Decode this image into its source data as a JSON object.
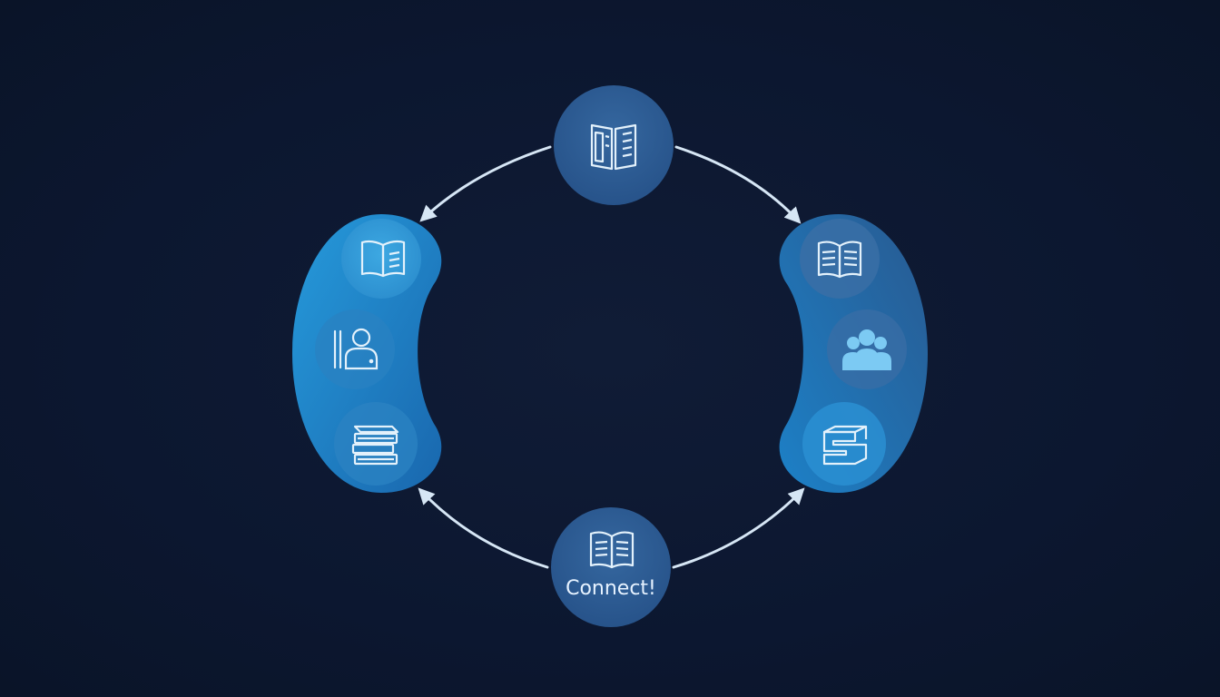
{
  "diagram": {
    "colors": {
      "background": "#0d1830",
      "node_fill": "#2b5a92",
      "panel_fill": "#1e7fc8",
      "panel_fill_light": "#2fa6e6",
      "icon_bubble": "#3a9fd8",
      "icon_stroke": "#e3f1fb",
      "arrow": "#d6e6f5"
    },
    "top_node": {
      "icon": "open-book-pages-icon"
    },
    "bottom_node": {
      "icon": "open-book-icon",
      "label": "Connect!"
    },
    "left_panel": {
      "icons": [
        "open-book-icon",
        "person-reading-icon",
        "stacked-books-icon"
      ]
    },
    "right_panel": {
      "icons": [
        "open-book-lines-icon",
        "group-people-icon",
        "cube-s-icon"
      ]
    },
    "arrows": [
      {
        "from": "top_node",
        "to": "left_panel"
      },
      {
        "from": "top_node",
        "to": "right_panel"
      },
      {
        "from": "bottom_node",
        "to": "left_panel"
      },
      {
        "from": "bottom_node",
        "to": "right_panel"
      }
    ]
  }
}
